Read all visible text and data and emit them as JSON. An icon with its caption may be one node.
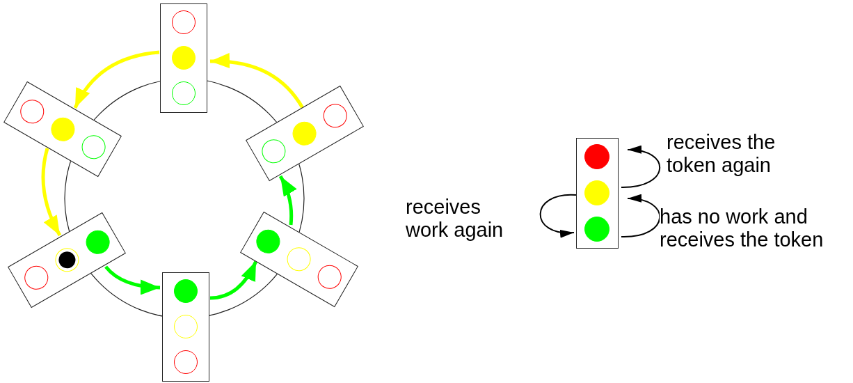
{
  "diagram": {
    "nodes": [
      {
        "text": [],
        "shape": "box"
      },
      {
        "text": [],
        "shape": "box"
      },
      {
        "text": [],
        "shape": "box"
      },
      {
        "text": [],
        "shape": "box"
      },
      {
        "text": [],
        "shape": "box"
      },
      {
        "text": [],
        "shape": "box"
      },
      {
        "text": [],
        "shape": "box"
      },
      {
        "text": [],
        "shape": "circle",
        "in": 6
      },
      {
        "text": [],
        "shape": "circle",
        "in": 6
      },
      {
        "text": [],
        "shape": "circle",
        "in": 6
      }
    ],
    "edges": [
      {
        "from": 2,
        "to": 0,
        "arrow": "to",
        "color": "#ffff00"
      },
      {
        "from": 0,
        "to": 1,
        "arrow": "to",
        "color": "#ffff00"
      },
      {
        "from": 1,
        "to": 3,
        "arrow": "to",
        "color": "#ffff00"
      },
      {
        "from": 3,
        "to": 5,
        "arrow": "to",
        "color": "#00ff00"
      },
      {
        "from": 5,
        "to": 4,
        "arrow": "to",
        "color": "#00ff00"
      },
      {
        "from": 4,
        "to": 2,
        "arrow": "to",
        "color": "#00ff00"
      },
      {
        "from": 8,
        "to": 7,
        "arrow": "to",
        "label": "receives the token again",
        "color": "#000000"
      },
      {
        "from": 8,
        "to": 9,
        "arrow": "to",
        "label": "receives work again",
        "color": "#000000"
      },
      {
        "from": 9,
        "to": 8,
        "arrow": "to",
        "label": "has no work and receives the token",
        "color": "#000000"
      }
    ]
  }
}
